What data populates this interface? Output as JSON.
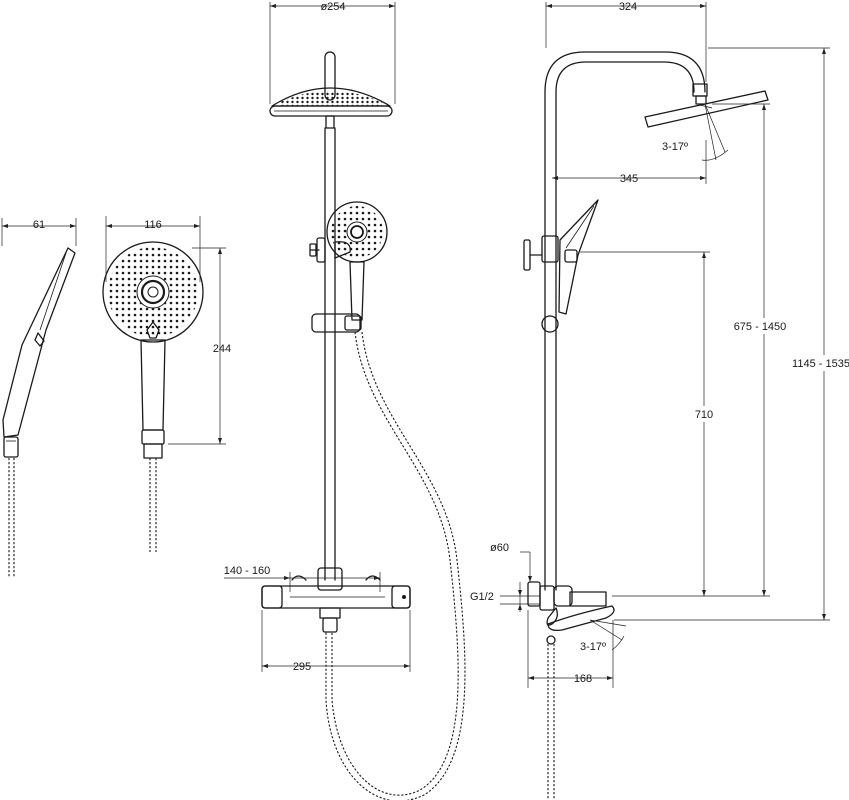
{
  "dimensions": {
    "handshower_side_width": "61",
    "handshower_front_width": "116",
    "handshower_length": "244",
    "head_diameter": "ø254",
    "mixer_center_distance": "140 - 160",
    "mixer_width": "295",
    "total_reach": "324",
    "arm_reach": "345",
    "head_tilt": "3-17º",
    "height_range_head": "675 - 1450",
    "height_range_total": "1145 - 1535",
    "bar_height": "710",
    "flange_diameter": "ø60",
    "thread": "G1/2",
    "spout_tilt": "3-17º",
    "spout_reach": "168"
  }
}
